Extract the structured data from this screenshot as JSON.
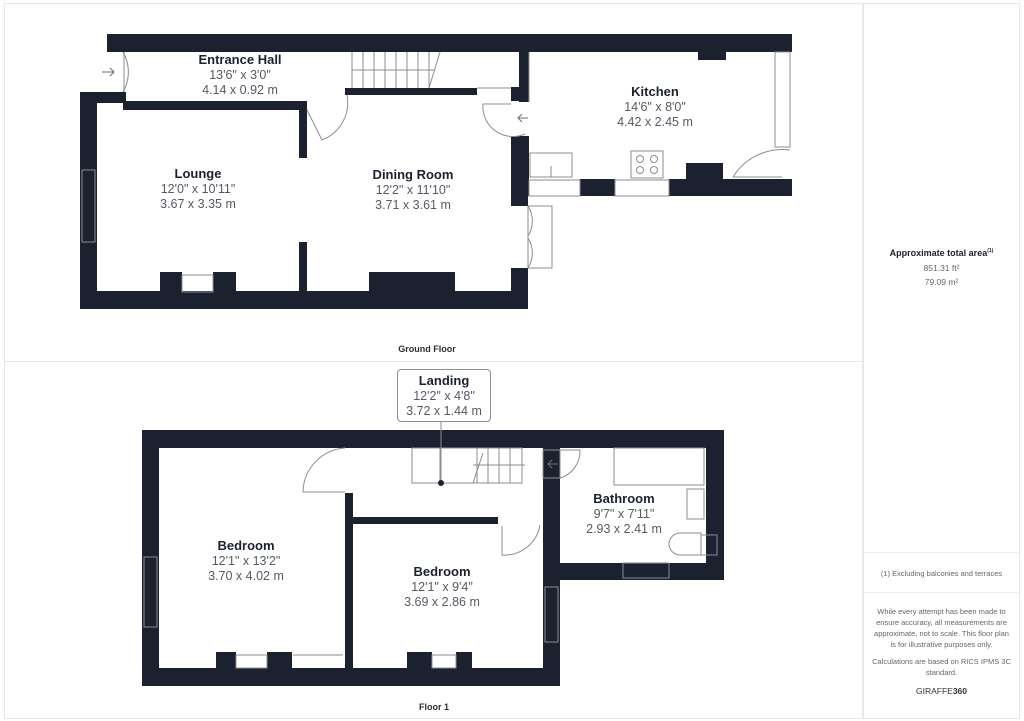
{
  "ground_floor": {
    "title": "Ground Floor",
    "rooms": [
      {
        "name": "Entrance Hall",
        "imperial": "13'6\" x 3'0\"",
        "metric": "4.14 x 0.92 m"
      },
      {
        "name": "Kitchen",
        "imperial": "14'6\" x 8'0\"",
        "metric": "4.42 x 2.45 m"
      },
      {
        "name": "Lounge",
        "imperial": "12'0\" x 10'11\"",
        "metric": "3.67 x 3.35 m"
      },
      {
        "name": "Dining Room",
        "imperial": "12'2\" x 11'10\"",
        "metric": "3.71 x 3.61 m"
      }
    ]
  },
  "floor_1": {
    "title": "Floor 1",
    "landing": {
      "name": "Landing",
      "imperial": "12'2\" x 4'8\"",
      "metric": "3.72 x 1.44 m"
    },
    "rooms": [
      {
        "name": "Bathroom",
        "imperial": "9'7\" x 7'11\"",
        "metric": "2.93 x 2.41 m"
      },
      {
        "name": "Bedroom",
        "imperial": "12'1\" x 13'2\"",
        "metric": "3.70 x 4.02 m"
      },
      {
        "name": "Bedroom",
        "imperial": "12'1\" x 9'4\"",
        "metric": "3.69 x 2.86 m"
      }
    ]
  },
  "summary": {
    "title": "Approximate total area",
    "title_sup": "(1)",
    "area_ft": "851.31 ft²",
    "area_m": "79.09 m²",
    "footnote": "(1) Excluding balconies and terraces",
    "disclaimer": "While every attempt has been made to ensure accuracy, all measurements are approximate, not to scale. This floor plan is for illustrative purposes only.",
    "calc_note": "Calculations are based on RICS IPMS 3C standard.",
    "brand_a": "GIRAFFE",
    "brand_b": "360"
  },
  "colors": {
    "wall": "#1c2130",
    "line": "#8a8d92",
    "text": "#1c2130"
  }
}
